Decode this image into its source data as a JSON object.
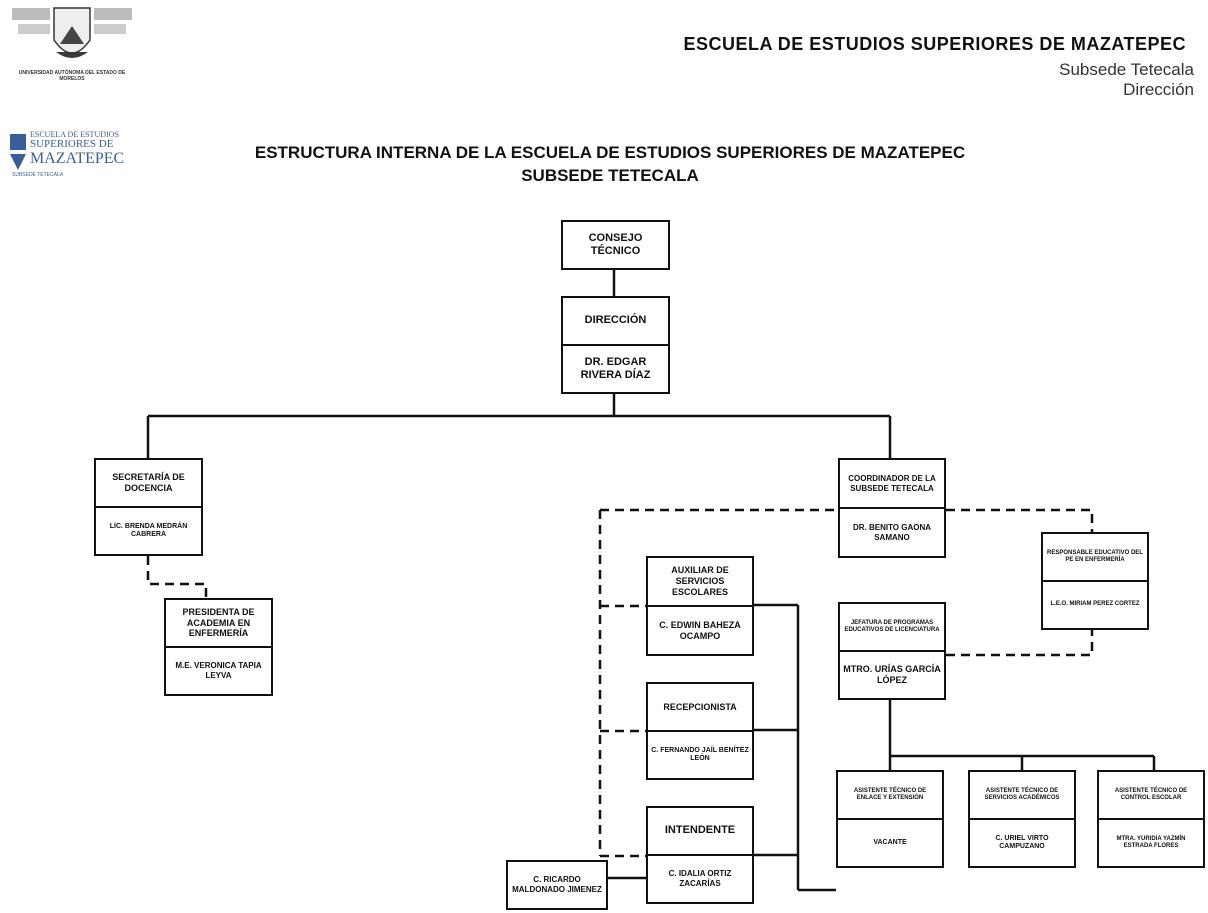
{
  "header": {
    "institution_caption": "UNIVERSIDAD AUTÓNOMA DEL ESTADO DE MORELOS",
    "school_name": "ESCUELA DE ESTUDIOS SUPERIORES DE MAZATEPEC",
    "subsede": "Subsede Tetecala",
    "office": "Dirección",
    "logo2_line1": "ESCUELA DE ESTUDIOS",
    "logo2_line2": "SUPERIORES DE",
    "logo2_line3": "MAZATEPEC",
    "logo2_line4": "SUBSEDE TETECALA"
  },
  "title": {
    "line1": "ESTRUCTURA INTERNA DE LA ESCUELA DE ESTUDIOS SUPERIORES DE MAZATEPEC",
    "line2": "SUBSEDE TETECALA"
  },
  "org": {
    "consejo": {
      "title": "CONSEJO TÉCNICO"
    },
    "direccion": {
      "title": "DIRECCIÓN",
      "name": "DR. EDGAR RIVERA DÍAZ"
    },
    "secretaria": {
      "title": "SECRETARÍA DE DOCENCIA",
      "name": "LIC. BRENDA MEDRÁN CABRERA"
    },
    "presidenta": {
      "title": "PRESIDENTA DE ACADEMIA EN ENFERMERÍA",
      "name": "M.E. VERONICA TAPIA LEYVA"
    },
    "coordinador": {
      "title": "COORDINADOR DE LA SUBSEDE TETECALA",
      "name": "DR. BENITO GAONA SAMANO"
    },
    "responsable": {
      "title": "RESPONSABLE EDUCATIVO DEL PE EN ENFERMERÍA",
      "name": "L.E.O. MIRIAM PEREZ CORTEZ"
    },
    "auxiliar": {
      "title": "AUXILIAR DE SERVICIOS ESCOLARES",
      "name": "C. EDWIN BAHEZA OCAMPO"
    },
    "jefatura": {
      "title": "JEFATURA DE PROGRAMAS EDUCATIVOS DE LICENCIATURA",
      "name": "MTRO. URÍAS GARCÍA LÓPEZ"
    },
    "recepcionista": {
      "title": "RECEPCIONISTA",
      "name": "C. FERNANDO JAÍL BENÍTEZ LEÓN"
    },
    "intendente": {
      "title": "INTENDENTE",
      "name": "C. IDALIA ORTIZ ZACARÍAS"
    },
    "ricardo": {
      "name": "C. RICARDO MALDONADO JIMENEZ"
    },
    "asist_enlace": {
      "title": "ASISTENTE TÉCNICO DE ENLACE Y EXTENSIÓN",
      "name": "VACANTE"
    },
    "asist_servicios": {
      "title": "ASISTENTE TÉCNICO DE SERVICIOS ACADÉMICOS",
      "name": "C. URIEL VIRTO CAMPUZANO"
    },
    "asist_control": {
      "title": "ASISTENTE TÉCNICO DE CONTROL ESCOLAR",
      "name": "MTRA. YURIDIA YAZMÍN ESTRADA FLORES"
    }
  }
}
